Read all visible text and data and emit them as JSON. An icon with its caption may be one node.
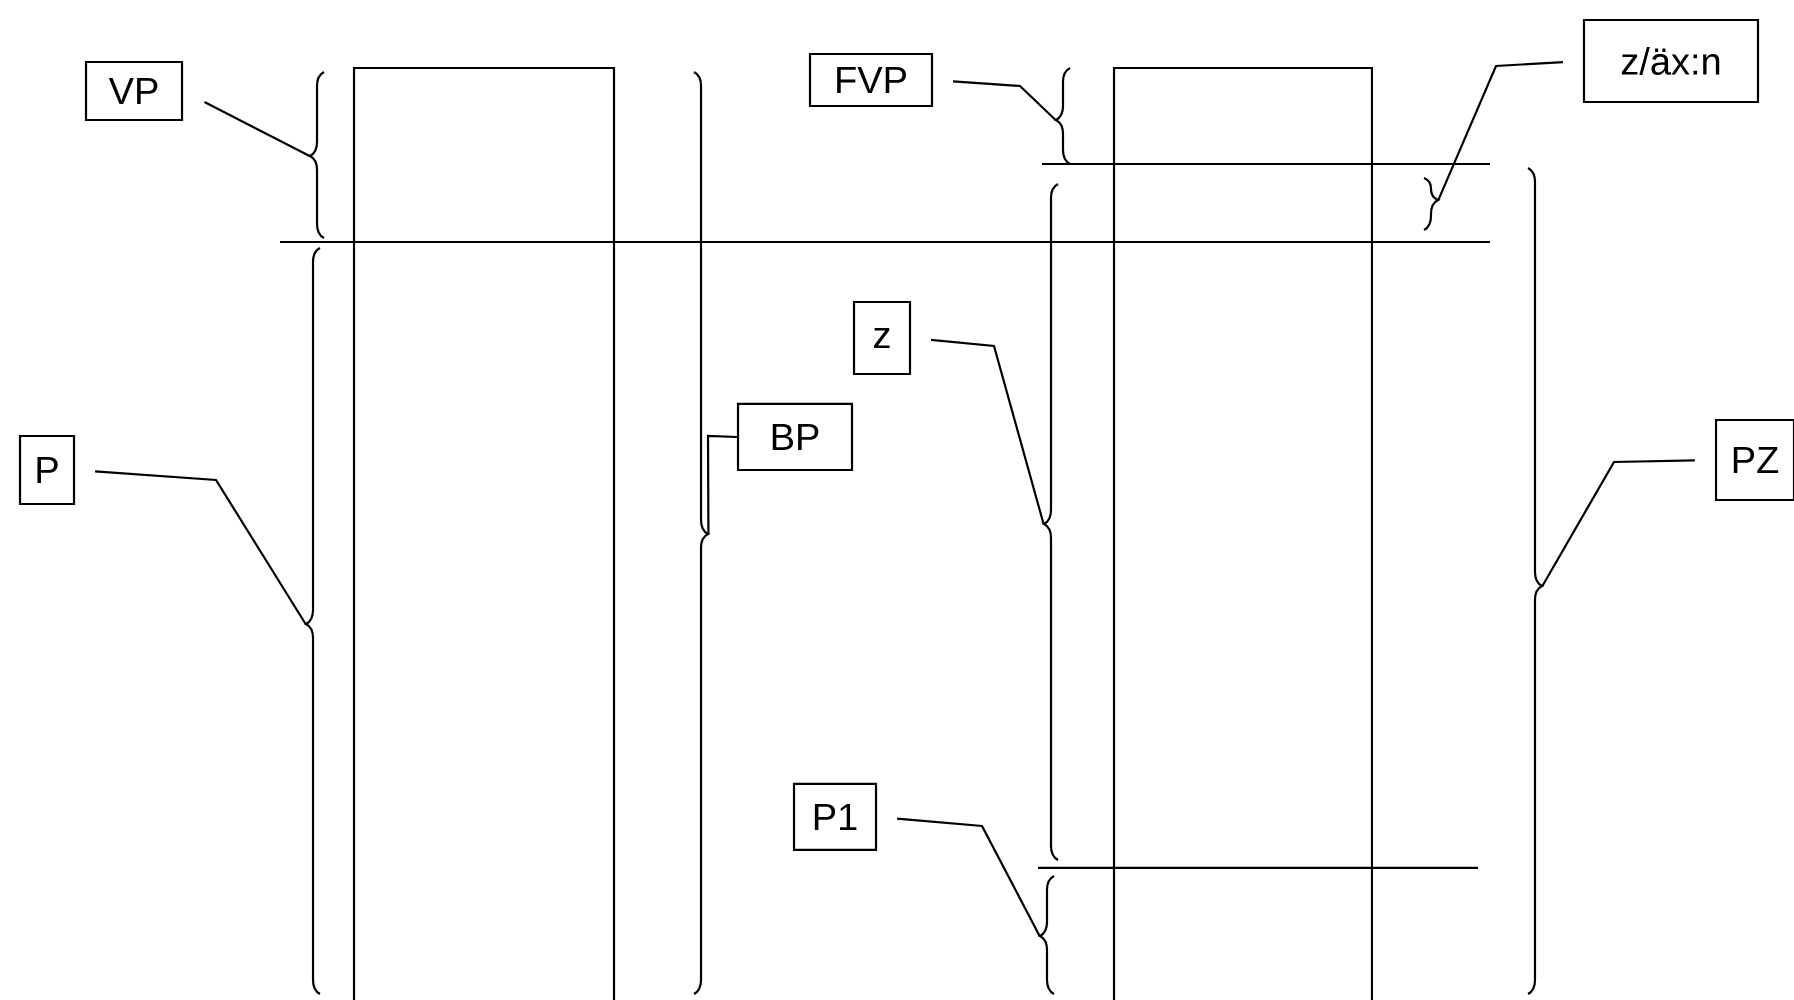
{
  "diagram": {
    "nodes": [
      {
        "text": [
          "VP"
        ]
      },
      {
        "text": [],
        "shape": "brace"
      },
      {
        "text": [
          "FVP"
        ]
      },
      {
        "text": [],
        "shape": "brace"
      },
      {
        "text": [
          "z/äx:n"
        ]
      },
      {
        "text": [],
        "shape": "brace"
      },
      {
        "text": [
          "z"
        ]
      },
      {
        "text": [],
        "shape": "brace"
      },
      {
        "text": [
          "BP"
        ]
      },
      {
        "text": [],
        "shape": "brace"
      },
      {
        "text": [
          "P"
        ]
      },
      {
        "text": [],
        "shape": "brace"
      },
      {
        "text": [
          "PZ"
        ]
      },
      {
        "text": [],
        "shape": "brace"
      },
      {
        "text": [
          "P1"
        ]
      },
      {
        "text": [],
        "shape": "brace"
      }
    ],
    "edges": [
      {
        "from": 0,
        "to": 1,
        "arrow": "none"
      },
      {
        "from": 2,
        "to": 3,
        "arrow": "none"
      },
      {
        "from": 4,
        "to": 5,
        "arrow": "none"
      },
      {
        "from": 6,
        "to": 7,
        "arrow": "none"
      },
      {
        "from": 8,
        "to": 9,
        "arrow": "none"
      },
      {
        "from": 10,
        "to": 11,
        "arrow": "none"
      },
      {
        "from": 12,
        "to": 13,
        "arrow": "none"
      },
      {
        "from": 14,
        "to": 15,
        "arrow": "none"
      }
    ]
  }
}
